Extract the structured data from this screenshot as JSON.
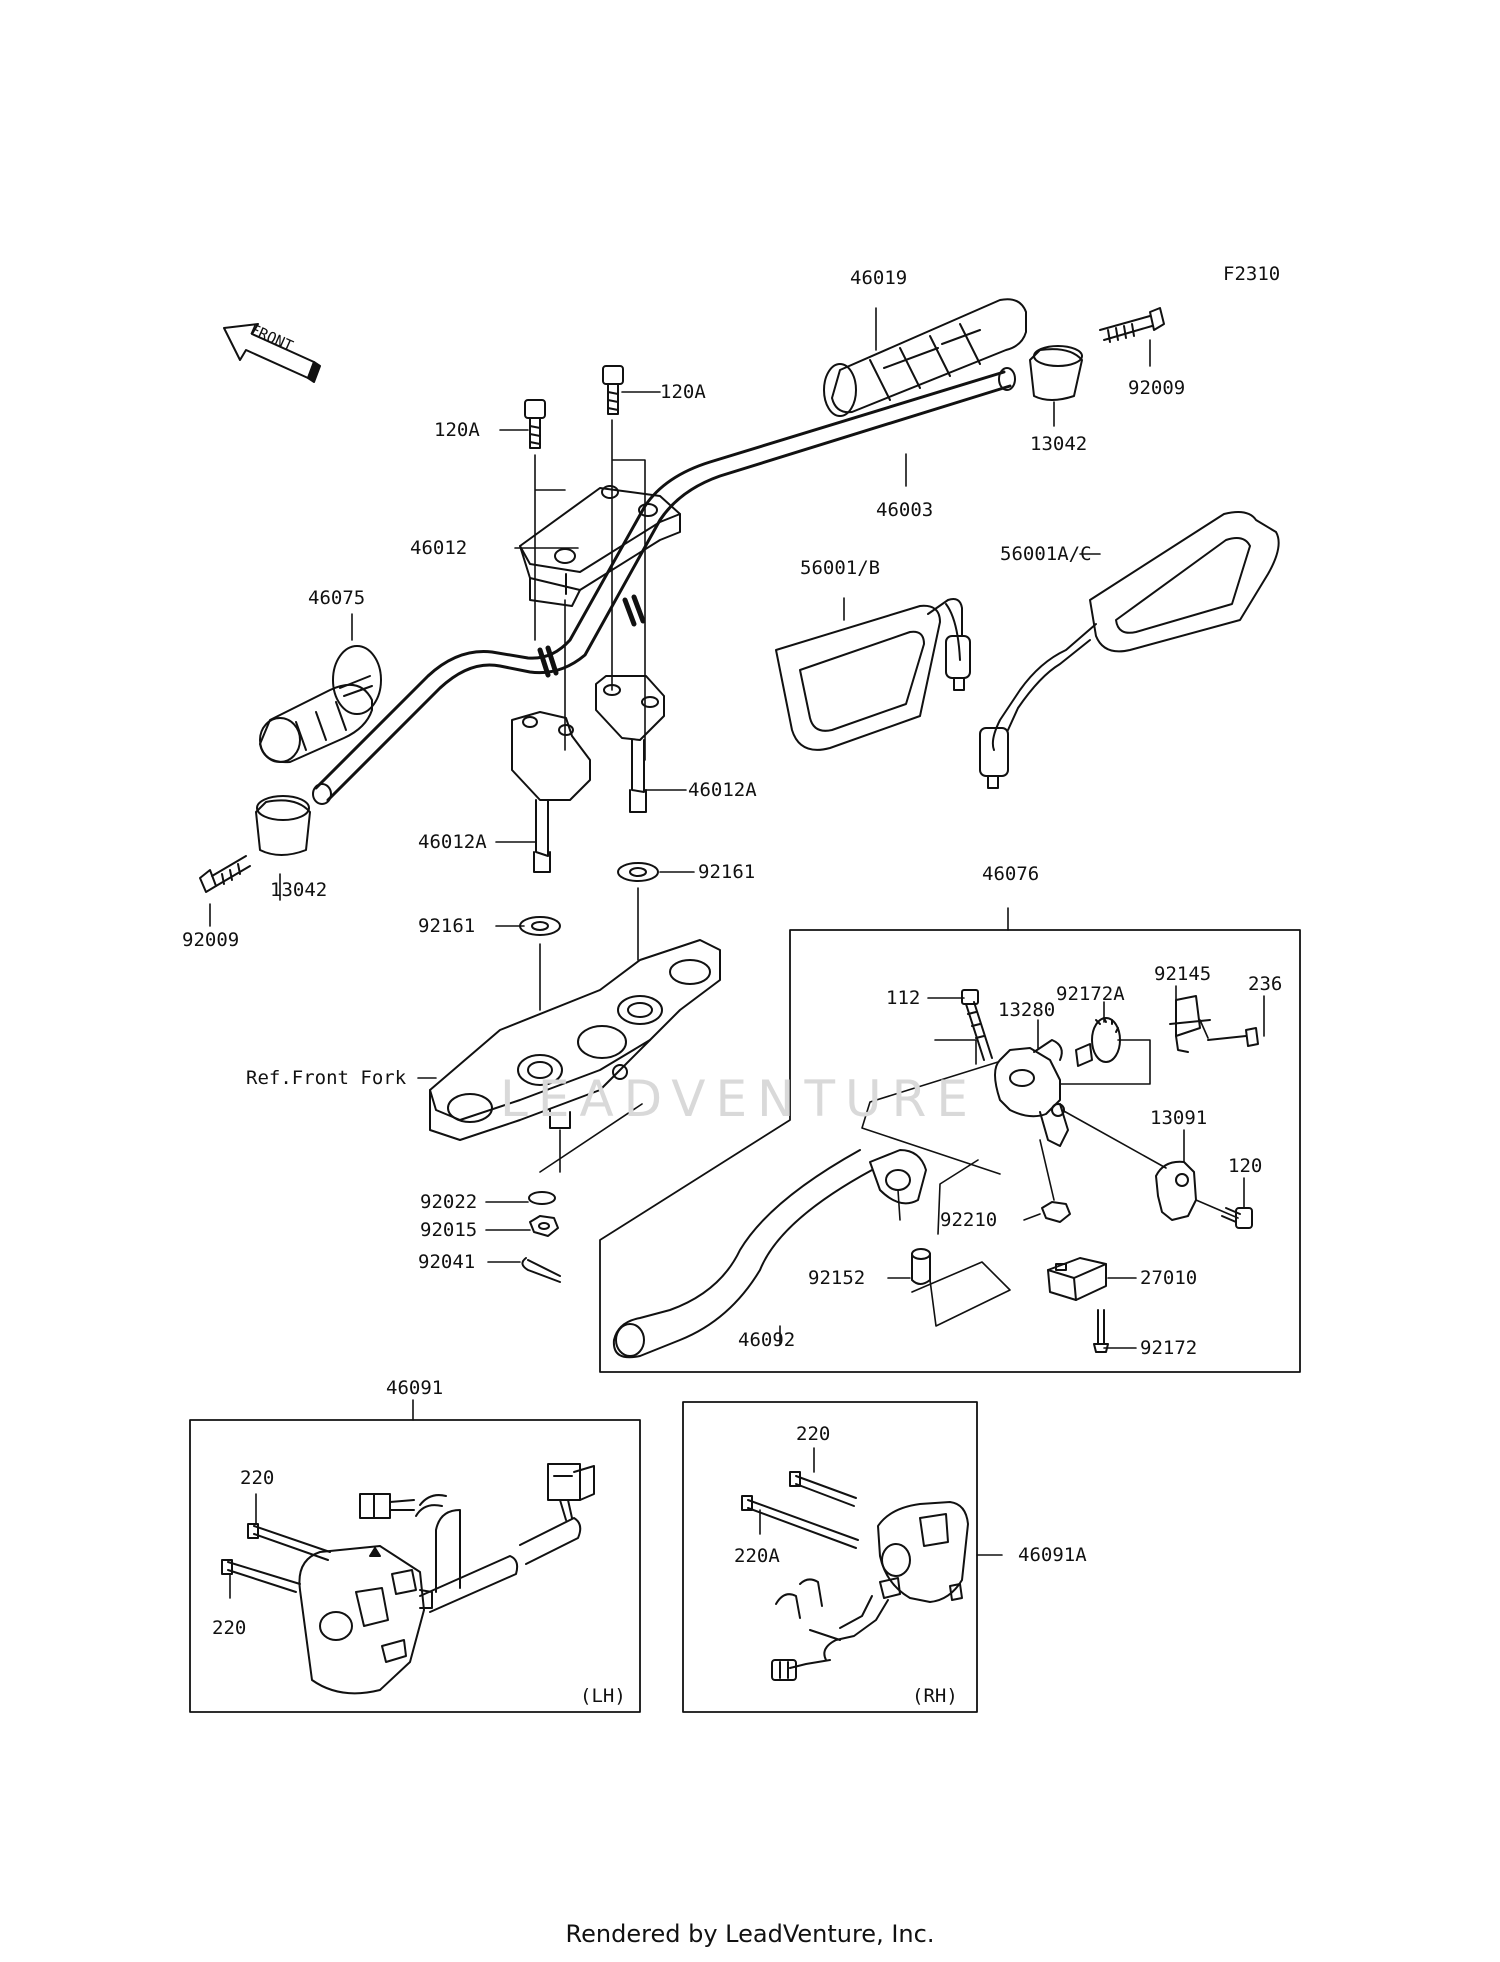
{
  "figure_code": "F2310",
  "front_label": "FRONT",
  "watermark": "LEADVENTURE",
  "footer": "Rendered by LeadVenture, Inc.",
  "labels": {
    "p46019": "46019",
    "p92009_r": "92009",
    "p120A_top": "120A",
    "p120A_left": "120A",
    "p13042_r": "13042",
    "p46003": "46003",
    "p46012": "46012",
    "p56001B": "56001/B",
    "p56001AC": "56001A/C",
    "p46075": "46075",
    "p46012A_r": "46012A",
    "p46012A_l": "46012A",
    "p92161_r": "92161",
    "p92161_l": "92161",
    "p13042_l": "13042",
    "p92009_l": "92009",
    "p46076": "46076",
    "p92172A": "92172A",
    "p92145": "92145",
    "p236": "236",
    "p112": "112",
    "p13280": "13280",
    "ref_front_fork": "Ref.Front Fork",
    "p13091": "13091",
    "p120": "120",
    "p92210": "92210",
    "p92022": "92022",
    "p92015": "92015",
    "p92041": "92041",
    "p27010": "27010",
    "p92152": "92152",
    "p46092": "46092",
    "p92172": "92172",
    "p46091": "46091",
    "p220_lh_top": "220",
    "p220_lh_bot": "220",
    "lh": "(LH)",
    "p220_rh": "220",
    "p220A": "220A",
    "p46091A": "46091A",
    "rh": "(RH)"
  }
}
